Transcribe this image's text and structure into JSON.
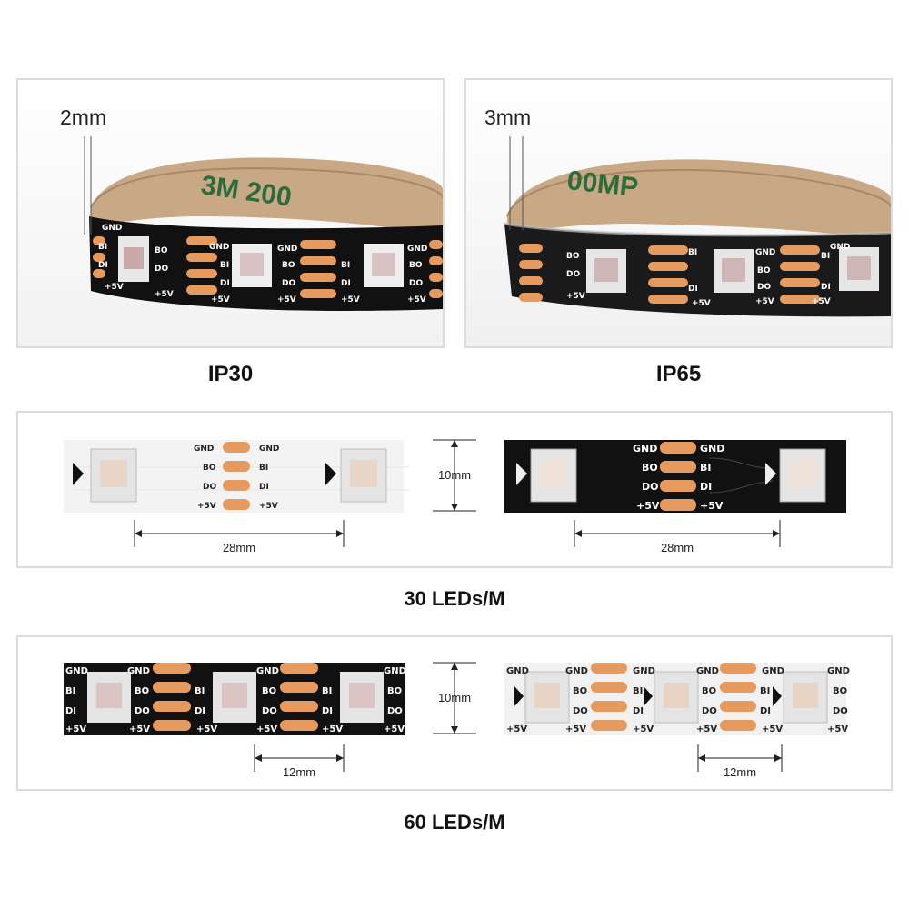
{
  "top": {
    "left": {
      "thickness": "2mm",
      "caption": "IP30",
      "strip_color": "#111111"
    },
    "right": {
      "thickness": "3mm",
      "caption": "IP65",
      "strip_color": "#1a1a1a"
    },
    "backing_text_left": "3M 200",
    "backing_text_right": "00MP"
  },
  "pins": {
    "gnd": "GND",
    "bi": "BI",
    "bo": "BO",
    "di": "DI",
    "do": "DO",
    "v5": "+5V"
  },
  "row30": {
    "caption": "30 LEDs/M",
    "spacing": "28mm",
    "width": "10mm"
  },
  "row60": {
    "caption": "60 LEDs/M",
    "spacing": "12mm",
    "width": "10mm"
  },
  "colors": {
    "copper": "#e79a5e",
    "black_pcb": "#111111",
    "white_pcb": "#f4f4f4",
    "backing": "#c9a886"
  }
}
